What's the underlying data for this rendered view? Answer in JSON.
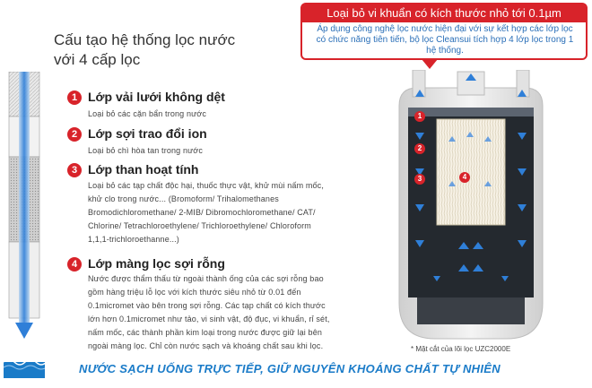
{
  "headline": [
    "Cấu tạo hệ thống lọc nước",
    "với 4 cấp lọc"
  ],
  "callout": {
    "title": "Loại bỏ vi khuẩn có kích thước nhỏ tới 0.1µm",
    "body": "Áp dụng công nghệ lọc nước hiện đại với sự kết hợp các lớp lọc có chức năng tiên tiến, bộ lọc Cleansui tích hợp 4 lớp lọc trong 1 hệ thống."
  },
  "layers": [
    {
      "number": "1",
      "title": "Lớp vải lưới không dệt",
      "desc": [
        "Loại bỏ các cặn bẩn trong nước"
      ]
    },
    {
      "number": "2",
      "title": "Lớp sợi trao đổi ion",
      "desc": [
        "Loại bỏ chì hòa tan trong nước"
      ]
    },
    {
      "number": "3",
      "title": "Lớp than hoạt tính",
      "desc": [
        "Loại bỏ các tạp chất độc hại, thuốc thực vật, khử mùi nấm mốc,",
        "khử clo trong nước... (Bromoform/ Trihalomethanes",
        "Bromodichloromethane/ 2-MIB/ Dibromochloromethane/ CAT/",
        "Chlorine/ Tetrachloroethylene/ Trichloroethylene/ Chloroform",
        "1,1,1-trichloroethanne...)"
      ]
    },
    {
      "number": "4",
      "title": "Lớp màng lọc sợi rỗng",
      "desc": [
        "Nước được thẩm thấu từ ngoài thành ống của các sợi rỗng bao",
        "gồm hàng triệu lỗ lọc với kích thước siêu nhỏ từ 0.01 đến",
        "0.1micromet vào bên trong sợi rỗng. Các tạp chất có kích thước",
        "lớn hơn 0.1micromet như tảo, vi sinh vật, độ đục, vi khuẩn, rỉ sét,",
        "nấm mốc, các thành phần kim loại trong nước được giữ lại bên",
        "ngoài màng lọc. Chỉ còn nước sạch và khoáng chất sau khi lọc."
      ]
    }
  ],
  "footnote": "* Mặt cắt của lõi lọc UZC2000E",
  "footer": "NƯỚC SẠCH UỐNG TRỰC TIẾP, GIỮ NGUYÊN KHOÁNG CHẤT TỰ NHIÊN",
  "cartridge_markers": [
    "1",
    "2",
    "3",
    "4"
  ],
  "colors": {
    "accent_red": "#d8232a",
    "accent_blue": "#1a7bc8",
    "arrow_blue": "#2f7fd8"
  }
}
